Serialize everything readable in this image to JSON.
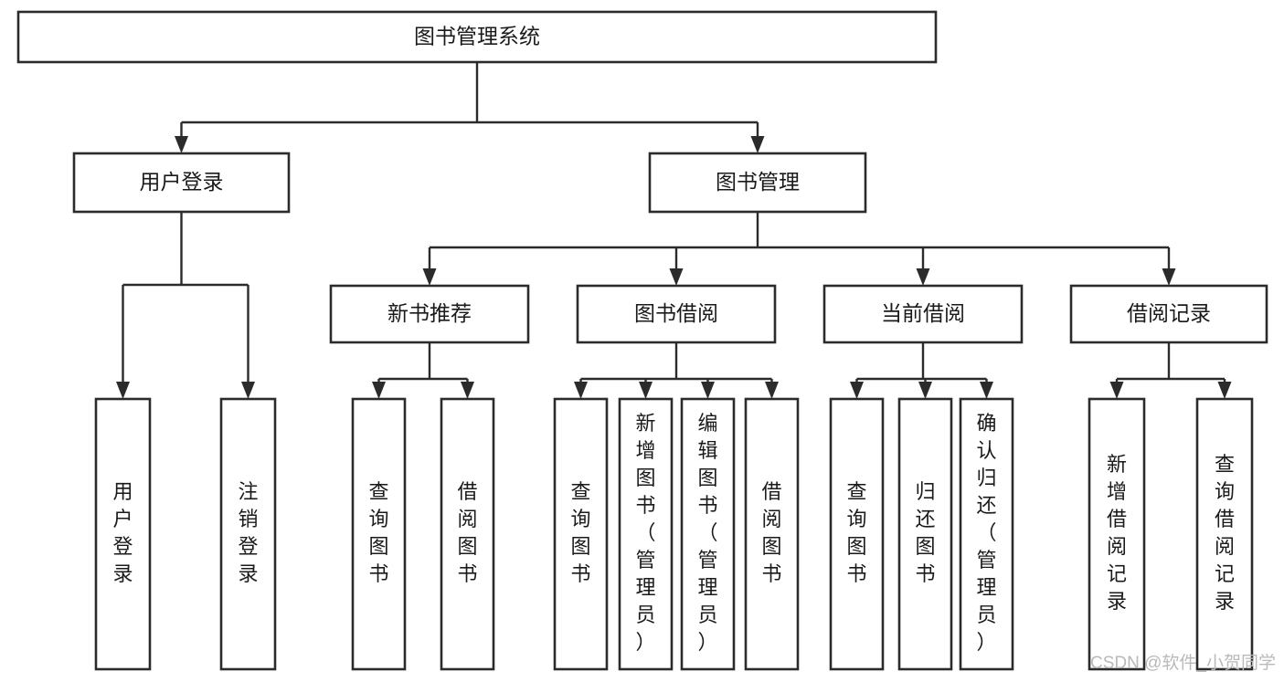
{
  "diagram": {
    "type": "tree",
    "title": "图书管理系统",
    "orientation": "top-down",
    "levels": 4,
    "colors": {
      "box_fill": "#ffffff",
      "box_stroke": "#2b2b2b",
      "connector": "#2b2b2b",
      "text": "#1a1a1a",
      "background": "#ffffff",
      "watermark": "#b9b9b9"
    },
    "root": {
      "label": "图书管理系统",
      "id": "root-system"
    },
    "level2": [
      {
        "id": "user-login",
        "label": "用户登录"
      },
      {
        "id": "book-management",
        "label": "图书管理"
      }
    ],
    "level3": [
      {
        "id": "new-book-recommend",
        "label": "新书推荐",
        "parent": "book-management"
      },
      {
        "id": "book-borrow",
        "label": "图书借阅",
        "parent": "book-management"
      },
      {
        "id": "current-borrow",
        "label": "当前借阅",
        "parent": "book-management"
      },
      {
        "id": "borrow-record",
        "label": "借阅记录",
        "parent": "book-management"
      }
    ],
    "leaves": {
      "user-login": [
        {
          "id": "leaf-user-login",
          "label": "用户登录"
        },
        {
          "id": "leaf-user-logout",
          "label": "注销登录"
        }
      ],
      "new-book-recommend": [
        {
          "id": "leaf-query-book-1",
          "label": "查询图书"
        },
        {
          "id": "leaf-borrow-book-1",
          "label": "借阅图书"
        }
      ],
      "book-borrow": [
        {
          "id": "leaf-query-book-2",
          "label": "查询图书"
        },
        {
          "id": "leaf-add-book-admin",
          "label": "新增图书（管理员）"
        },
        {
          "id": "leaf-edit-book-admin",
          "label": "编辑图书（管理员）"
        },
        {
          "id": "leaf-borrow-book-2",
          "label": "借阅图书"
        }
      ],
      "current-borrow": [
        {
          "id": "leaf-query-book-3",
          "label": "查询图书"
        },
        {
          "id": "leaf-return-book",
          "label": "归还图书"
        },
        {
          "id": "leaf-confirm-return-admin",
          "label": "确认归还（管理员）"
        }
      ],
      "borrow-record": [
        {
          "id": "leaf-add-borrow-record",
          "label": "新增借阅记录"
        },
        {
          "id": "leaf-query-borrow-record",
          "label": "查询借阅记录"
        }
      ]
    }
  },
  "watermark": {
    "label": "CSDN @软件_小贺同学"
  }
}
